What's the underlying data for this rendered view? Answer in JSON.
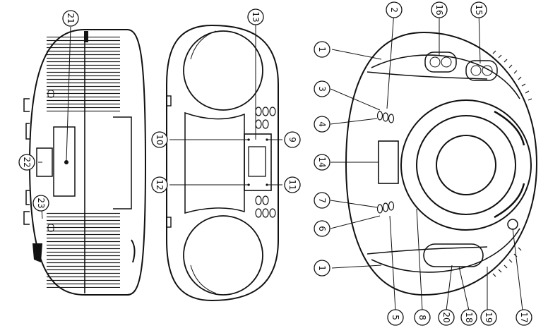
{
  "labels": {
    "l21": "21",
    "l22": "22",
    "l23": "23",
    "l13": "13",
    "l10": "10",
    "l9": "9",
    "l12": "12",
    "l11": "11",
    "l2": "2",
    "l16": "16",
    "l15": "15",
    "l1a": "1",
    "l3": "3",
    "l4": "4",
    "l14": "14",
    "l7": "7",
    "l6": "6",
    "l1b": "1",
    "l5": "5",
    "l8": "8",
    "l20": "20",
    "l18": "18",
    "l19": "19",
    "l17": "17"
  }
}
